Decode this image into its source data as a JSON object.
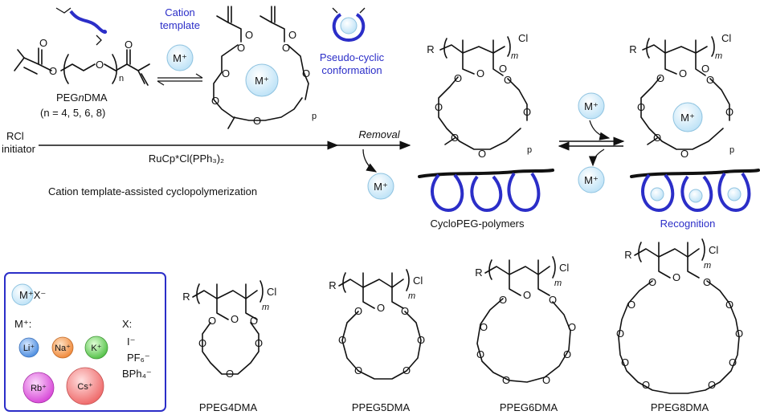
{
  "colors": {
    "accent": "#2b2ec8",
    "cation_fill": "#bfe3f7",
    "li": "#4f8fe0",
    "na": "#f08a3c",
    "k": "#56c24a",
    "rb": "#d84ad8",
    "cs": "#ef6c6c"
  },
  "top": {
    "cation_template_l1": "Cation",
    "cation_template_l2": "template",
    "pseudo_l1": "Pseudo-cyclic",
    "pseudo_l2": "conformation",
    "cation": "M⁺",
    "monomer_name_pre": "PEG",
    "monomer_name_n": "n",
    "monomer_name_post": "DMA",
    "monomer_range": "(n = 4, 5, 6, 8)",
    "subscript_n": "n",
    "subscript_p": "p",
    "rcl_l1": "RCl",
    "rcl_l2": "initiator",
    "catalyst": "RuCp*Cl(PPh₃)₂",
    "caption": "Cation template-assisted cyclopolymerization",
    "removal": "Removal",
    "cyclo_label": "CycloPEG-polymers",
    "recognition_label": "Recognition",
    "r_group": "R",
    "cl": "Cl",
    "m": "m",
    "oxygen": "O"
  },
  "legend": {
    "salt": "M⁺X⁻",
    "m_header": "M⁺:",
    "cations": [
      "Li⁺",
      "Na⁺",
      "K⁺",
      "Rb⁺",
      "Cs⁺"
    ],
    "x_header": "X:",
    "anions": [
      "I⁻",
      "PF₆⁻",
      "BPh₄⁻"
    ]
  },
  "polymers": [
    "PPEG4DMA",
    "PPEG5DMA",
    "PPEG6DMA",
    "PPEG8DMA"
  ]
}
